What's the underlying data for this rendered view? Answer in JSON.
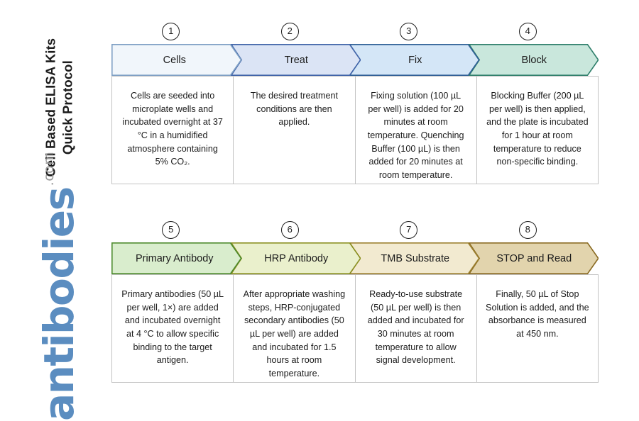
{
  "title": {
    "line1": "Cell Based ELISA Kits",
    "line2": "Quick Protocol"
  },
  "watermark": {
    "word": "antibodies",
    "suffix": ".com",
    "word_color": "#5b8dc0",
    "suffix_color": "#9a9a9a"
  },
  "rows": [
    {
      "steps": [
        {
          "number": "1",
          "label": "Cells",
          "fill": "#f1f6fb",
          "border": "#7e9fc4",
          "text": "Cells are seeded into microplate wells and incubated overnight at 37 °C in a humidified atmosphere containing 5% CO₂."
        },
        {
          "number": "2",
          "label": "Treat",
          "fill": "#dbe4f5",
          "border": "#3f63a8",
          "text": "The desired treatment conditions are then applied."
        },
        {
          "number": "3",
          "label": "Fix",
          "fill": "#d4e6f7",
          "border": "#2f5f96",
          "text": "Fixing solution (100 µL per well) is added for 20 minutes at room temperature. Quenching Buffer (100 µL) is then added for 20 minutes at room temperature."
        },
        {
          "number": "4",
          "label": "Block",
          "fill": "#c9e7dc",
          "border": "#2f7f6b",
          "text": "Blocking Buffer (200 µL per well) is then applied, and the plate is incubated for 1 hour at room temperature to reduce non-specific binding."
        }
      ]
    },
    {
      "steps": [
        {
          "number": "5",
          "label": "Primary Antibody",
          "fill": "#d9edcd",
          "border": "#4d8a2c",
          "text": "Primary antibodies (50 µL per well, 1×) are added and incubated overnight at 4 °C to allow specific binding to the target antigen."
        },
        {
          "number": "6",
          "label": "HRP Antibody",
          "fill": "#eaf0cc",
          "border": "#8a8f20",
          "text": "After appropriate washing steps, HRP-conjugated secondary antibodies (50 µL per well) are added and incubated for 1.5 hours at room temperature."
        },
        {
          "number": "7",
          "label": "TMB Substrate",
          "fill": "#f2ead0",
          "border": "#9b7f2e",
          "text": "Ready-to-use substrate (50 µL per well) is then added and incubated for 30 minutes at room temperature to allow signal development."
        },
        {
          "number": "8",
          "label": "STOP and Read",
          "fill": "#e2d4ad",
          "border": "#8a6a22",
          "text": "Finally, 50 µL of Stop Solution is added, and the absorbance is measured at 450 nm."
        }
      ]
    }
  ]
}
